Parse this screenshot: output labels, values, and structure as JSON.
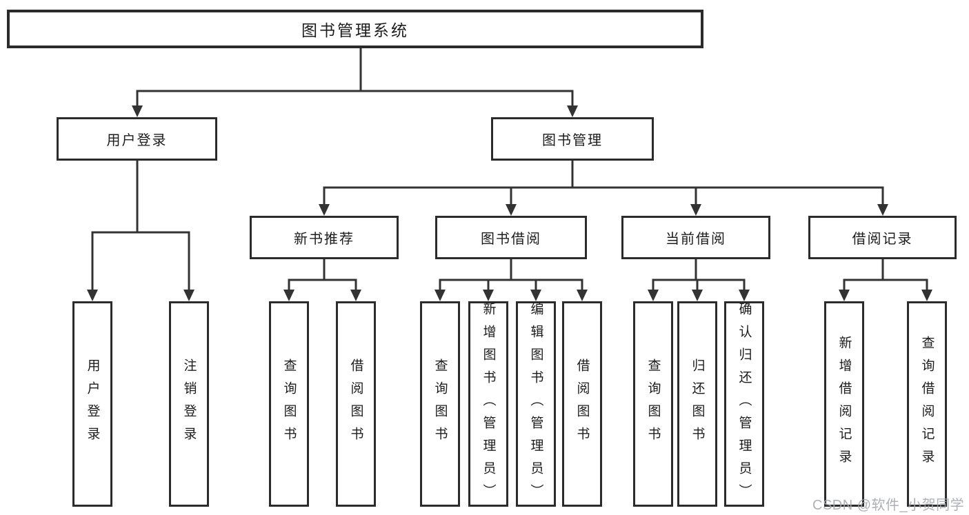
{
  "tree": {
    "label": "图书管理系统",
    "children": [
      {
        "label": "用户登录",
        "children": [
          {
            "label": "用户登录"
          },
          {
            "label": "注销登录"
          }
        ]
      },
      {
        "label": "图书管理",
        "children": [
          {
            "label": "新书推荐",
            "children": [
              {
                "label": "查询图书"
              },
              {
                "label": "借阅图书"
              }
            ]
          },
          {
            "label": "图书借阅",
            "children": [
              {
                "label": "查询图书"
              },
              {
                "label": "新增图书（管理员）"
              },
              {
                "label": "编辑图书（管理员）"
              },
              {
                "label": "借阅图书"
              }
            ]
          },
          {
            "label": "当前借阅",
            "children": [
              {
                "label": "查询图书"
              },
              {
                "label": "归还图书"
              },
              {
                "label": "确认归还（管理员）"
              }
            ]
          },
          {
            "label": "借阅记录",
            "children": [
              {
                "label": "新增借阅记录"
              },
              {
                "label": "查询借阅记录"
              }
            ]
          }
        ]
      }
    ]
  },
  "colors": {
    "line": "#333333",
    "border": "#2b2b2b",
    "text": "#1c1c1c",
    "watermark": "#a4a7ad"
  },
  "watermark": {
    "text": "CSDN @软件_小贺同学"
  }
}
